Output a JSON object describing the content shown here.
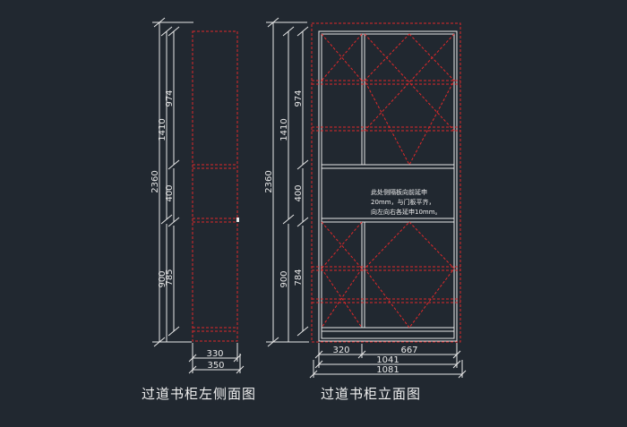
{
  "captions": {
    "left": "过道书柜左侧面图",
    "right": "过道书柜立面图"
  },
  "side_view": {
    "dims_vertical": {
      "total": "2360",
      "upper_total": "1410",
      "upper_panel": "974",
      "middle_panel": "400",
      "lower_total": "900",
      "lower_panel": "785"
    },
    "dims_horizontal": {
      "inner": "330",
      "outer": "350"
    }
  },
  "elevation_view": {
    "dims_vertical": {
      "total": "2360",
      "upper_total": "1410",
      "upper_panel": "974",
      "middle_panel": "400",
      "lower_total": "900",
      "lower_panel": "784"
    },
    "dims_horizontal": {
      "left_col": "320",
      "right_col": "667",
      "inner": "1041",
      "outer": "1081"
    },
    "note_lines": [
      "此处侧隔板向前延申",
      "20mm，与门板平齐，",
      "向左向右各延申10mm。"
    ]
  },
  "colors": {
    "background": "#212830",
    "lines": "#e8e8e8",
    "hidden_lines": "#e0282a"
  }
}
